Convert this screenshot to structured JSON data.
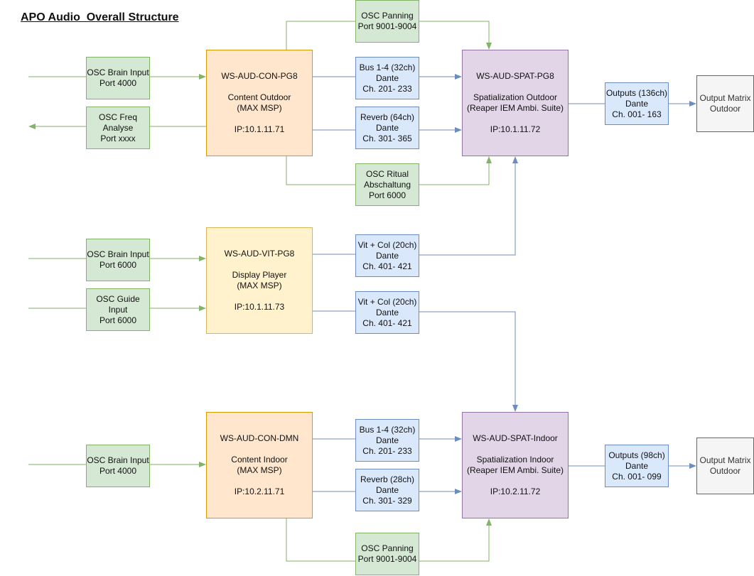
{
  "title": "APO Audio  Overall Structure",
  "nodes": {
    "osc_brain_1": "OSC Brain Input\nPort 4000",
    "osc_freq": "OSC Freq\nAnalyse\nPort xxxx",
    "osc_brain_2": "OSC Brain Input\nPort 6000",
    "osc_guide": "OSC Guide\nInput\nPort 6000",
    "osc_brain_3": "OSC Brain Input\nPort 4000",
    "con_pg8": "WS-AUD-CON-PG8\n\nContent Outdoor\n(MAX MSP)\n\nIP:10.1.11.71",
    "vit_pg8": "WS-AUD-VIT-PG8\n\nDisplay Player\n(MAX MSP)\n\nIP:10.1.11.73",
    "con_dmn": "WS-AUD-CON-DMN\n\nContent Indoor\n(MAX MSP)\n\nIP:10.2.11.71",
    "osc_panning_top": "OSC Panning\nPort 9001-9004",
    "bus_top": "Bus 1-4 (32ch)\nDante\nCh. 201- 233",
    "reverb_top": "Reverb (64ch)\nDante\nCh. 301- 365",
    "osc_ritual": "OSC Ritual\nAbschaltung\nPort 6000",
    "vit_1": "Vit + Col (20ch)\nDante\nCh. 401- 421",
    "vit_2": "Vit + Col (20ch)\nDante\nCh. 401- 421",
    "bus_bottom": "Bus 1-4 (32ch)\nDante\nCh. 201- 233",
    "reverb_bottom": "Reverb (28ch)\nDante\nCh. 301- 329",
    "osc_panning_bottom": "OSC Panning\nPort 9001-9004",
    "spat_pg8": "WS-AUD-SPAT-PG8\n\nSpatialization Outdoor\n(Reaper IEM Ambi. Suite)\n\nIP:10.1.11.72",
    "spat_indoor": "WS-AUD-SPAT-Indoor\n\nSpatialization Indoor\n(Reaper IEM Ambi. Suite)\n\nIP:10.2.11.72",
    "outputs_top": "Outputs (136ch)\nDante\nCh. 001- 163",
    "outputs_bottom": "Outputs (98ch)\nDante\nCh. 001- 099",
    "matrix_top": "Output Matrix\nOutdoor",
    "matrix_bottom": "Output Matrix\nOutdoor"
  },
  "colors": {
    "green_edge": "#82b366",
    "blue_edge": "#6c8ebf"
  }
}
